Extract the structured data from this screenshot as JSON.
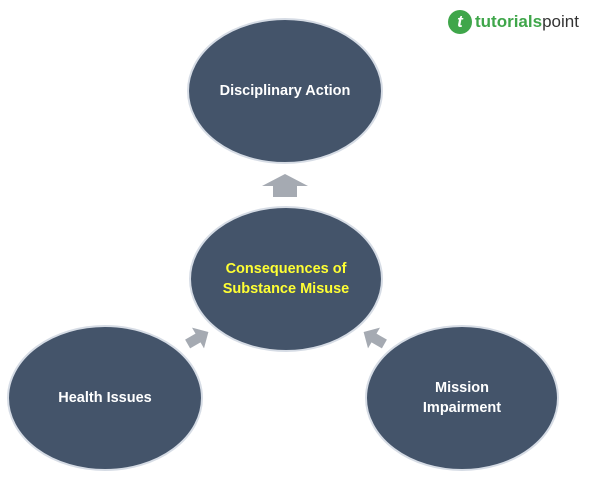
{
  "logo": {
    "mark": "t",
    "part1": "tutorials",
    "part2": "point"
  },
  "nodes": {
    "center": "Consequences of Substance Misuse",
    "top": "Disciplinary Action",
    "left": "Health Issues",
    "right": "Mission Impairment"
  },
  "colors": {
    "node_fill": "#44546a",
    "arrow": "#a5aab2",
    "center_text": "#ffff33",
    "brand": "#3fa64a"
  }
}
